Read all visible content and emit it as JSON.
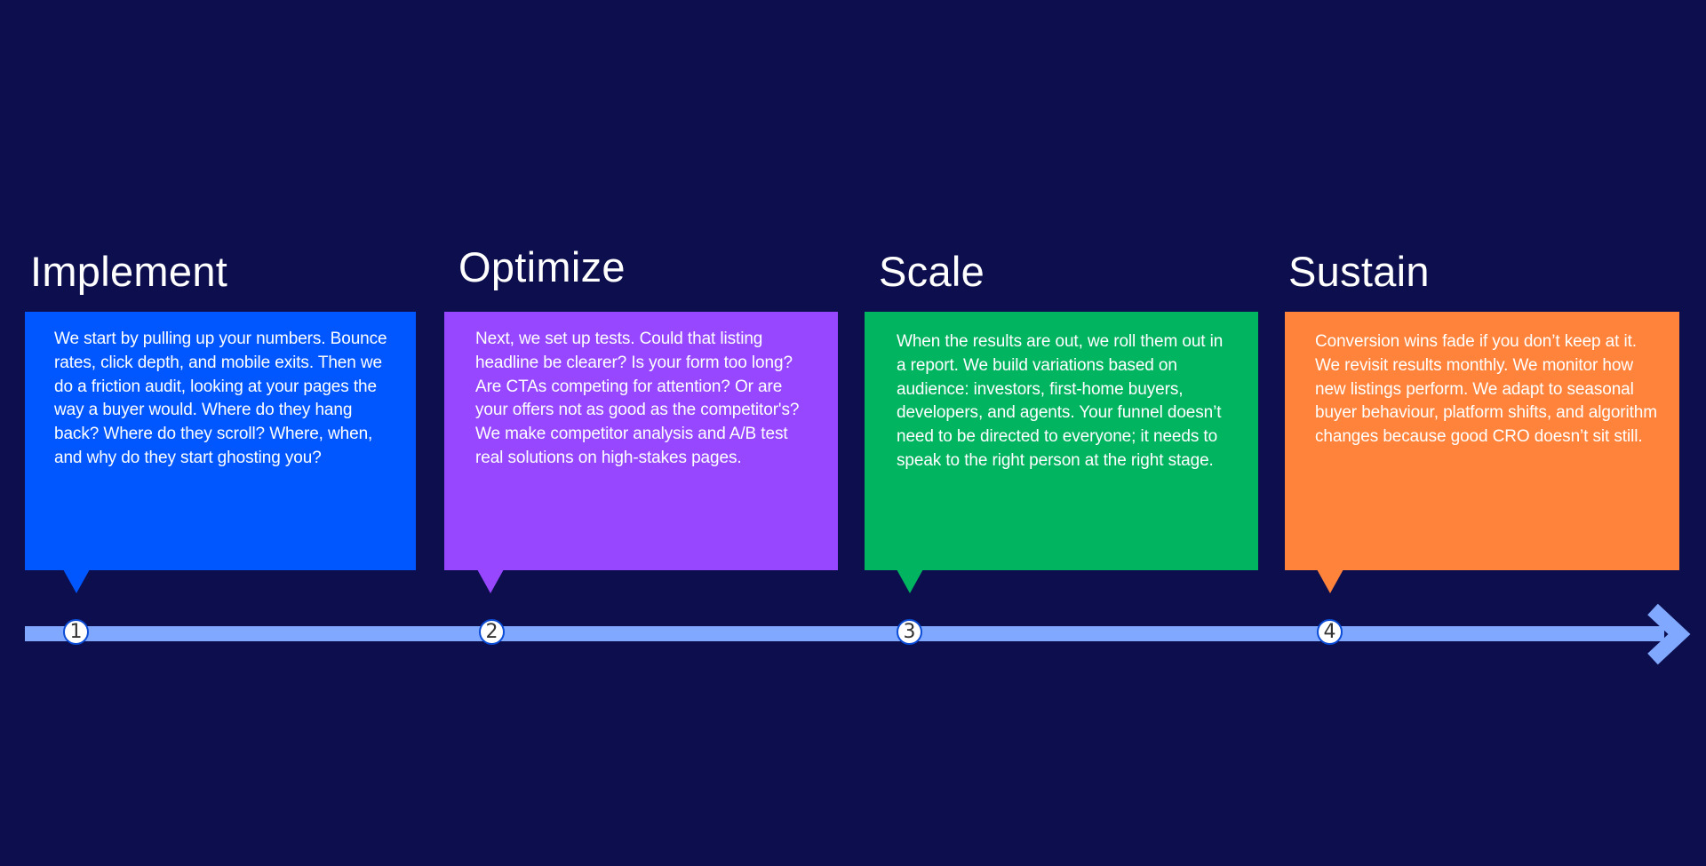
{
  "stages": [
    {
      "step": "1",
      "title": "Implement",
      "color": "#0057ff",
      "description": "We start by pulling up your numbers. Bounce rates, click depth, and mobile exits. Then we do a friction audit, looking at your pages the way a buyer would. Where do they hang back? Where do they scroll? Where, when, and why do they start ghosting you?"
    },
    {
      "step": "2",
      "title": "Optimize",
      "color": "#9747ff",
      "description": "Next, we set up tests. Could that listing headline be clearer? Is your form too long? Are CTAs competing for attention? Or are your offers not as good as the competitor's? We make competitor analysis and A/B test real solutions on high-stakes pages."
    },
    {
      "step": "3",
      "title": "Scale",
      "color": "#00b460",
      "description": "When the results are out, we roll them out in a report. We build variations based on audience: investors, first-home buyers, developers, and agents. Your funnel doesn’t need to be directed to everyone; it needs to speak to the right person at the right stage."
    },
    {
      "step": "4",
      "title": "Sustain",
      "color": "#ff833a",
      "description": "Conversion wins fade if you don’t keep at it. We revisit results monthly. We monitor how new listings perform. We adapt to seasonal buyer behaviour, platform shifts, and algorithm changes because good CRO doesn’t sit still."
    }
  ],
  "timeline": {
    "color": "#80a8ff",
    "direction": "right-arrow"
  },
  "background": "#0c0e4d"
}
